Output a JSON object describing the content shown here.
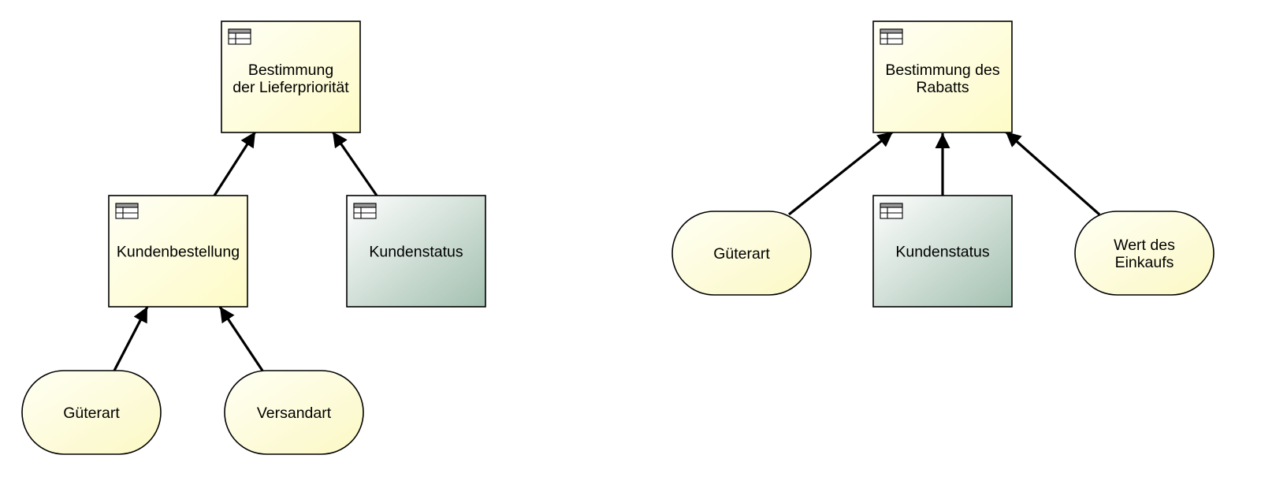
{
  "diagrams": [
    {
      "nodes": [
        {
          "id": "d1",
          "kind": "decision",
          "lines": [
            "Bestimmung",
            "der Lieferpriorität"
          ]
        },
        {
          "id": "d2",
          "kind": "decision",
          "lines": [
            "Kundenbestellung"
          ]
        },
        {
          "id": "k1",
          "kind": "knowledge",
          "lines": [
            "Kundenstatus"
          ]
        },
        {
          "id": "i1",
          "kind": "input",
          "lines": [
            "Güterart"
          ]
        },
        {
          "id": "i2",
          "kind": "input",
          "lines": [
            "Versandart"
          ]
        }
      ],
      "edges": [
        {
          "from": "d2",
          "to": "d1"
        },
        {
          "from": "k1",
          "to": "d1"
        },
        {
          "from": "i1",
          "to": "d2"
        },
        {
          "from": "i2",
          "to": "d2"
        }
      ]
    },
    {
      "nodes": [
        {
          "id": "d3",
          "kind": "decision",
          "lines": [
            "Bestimmung des",
            "Rabatts"
          ]
        },
        {
          "id": "i3",
          "kind": "input",
          "lines": [
            "Güterart"
          ]
        },
        {
          "id": "k2",
          "kind": "knowledge",
          "lines": [
            "Kundenstatus"
          ]
        },
        {
          "id": "i4",
          "kind": "input",
          "lines": [
            "Wert des",
            "Einkaufs"
          ]
        }
      ],
      "edges": [
        {
          "from": "i3",
          "to": "d3"
        },
        {
          "from": "k2",
          "to": "d3"
        },
        {
          "from": "i4",
          "to": "d3"
        }
      ]
    }
  ],
  "colors": {
    "decision_fill_light": "#fffff6",
    "decision_fill_dark": "#fdfbc6",
    "knowledge_fill_light": "#ffffff",
    "knowledge_fill_dark": "#a3c0b0",
    "input_fill_light": "#fffff4",
    "input_fill_dark": "#fbf8c4",
    "stroke": "#000000"
  }
}
